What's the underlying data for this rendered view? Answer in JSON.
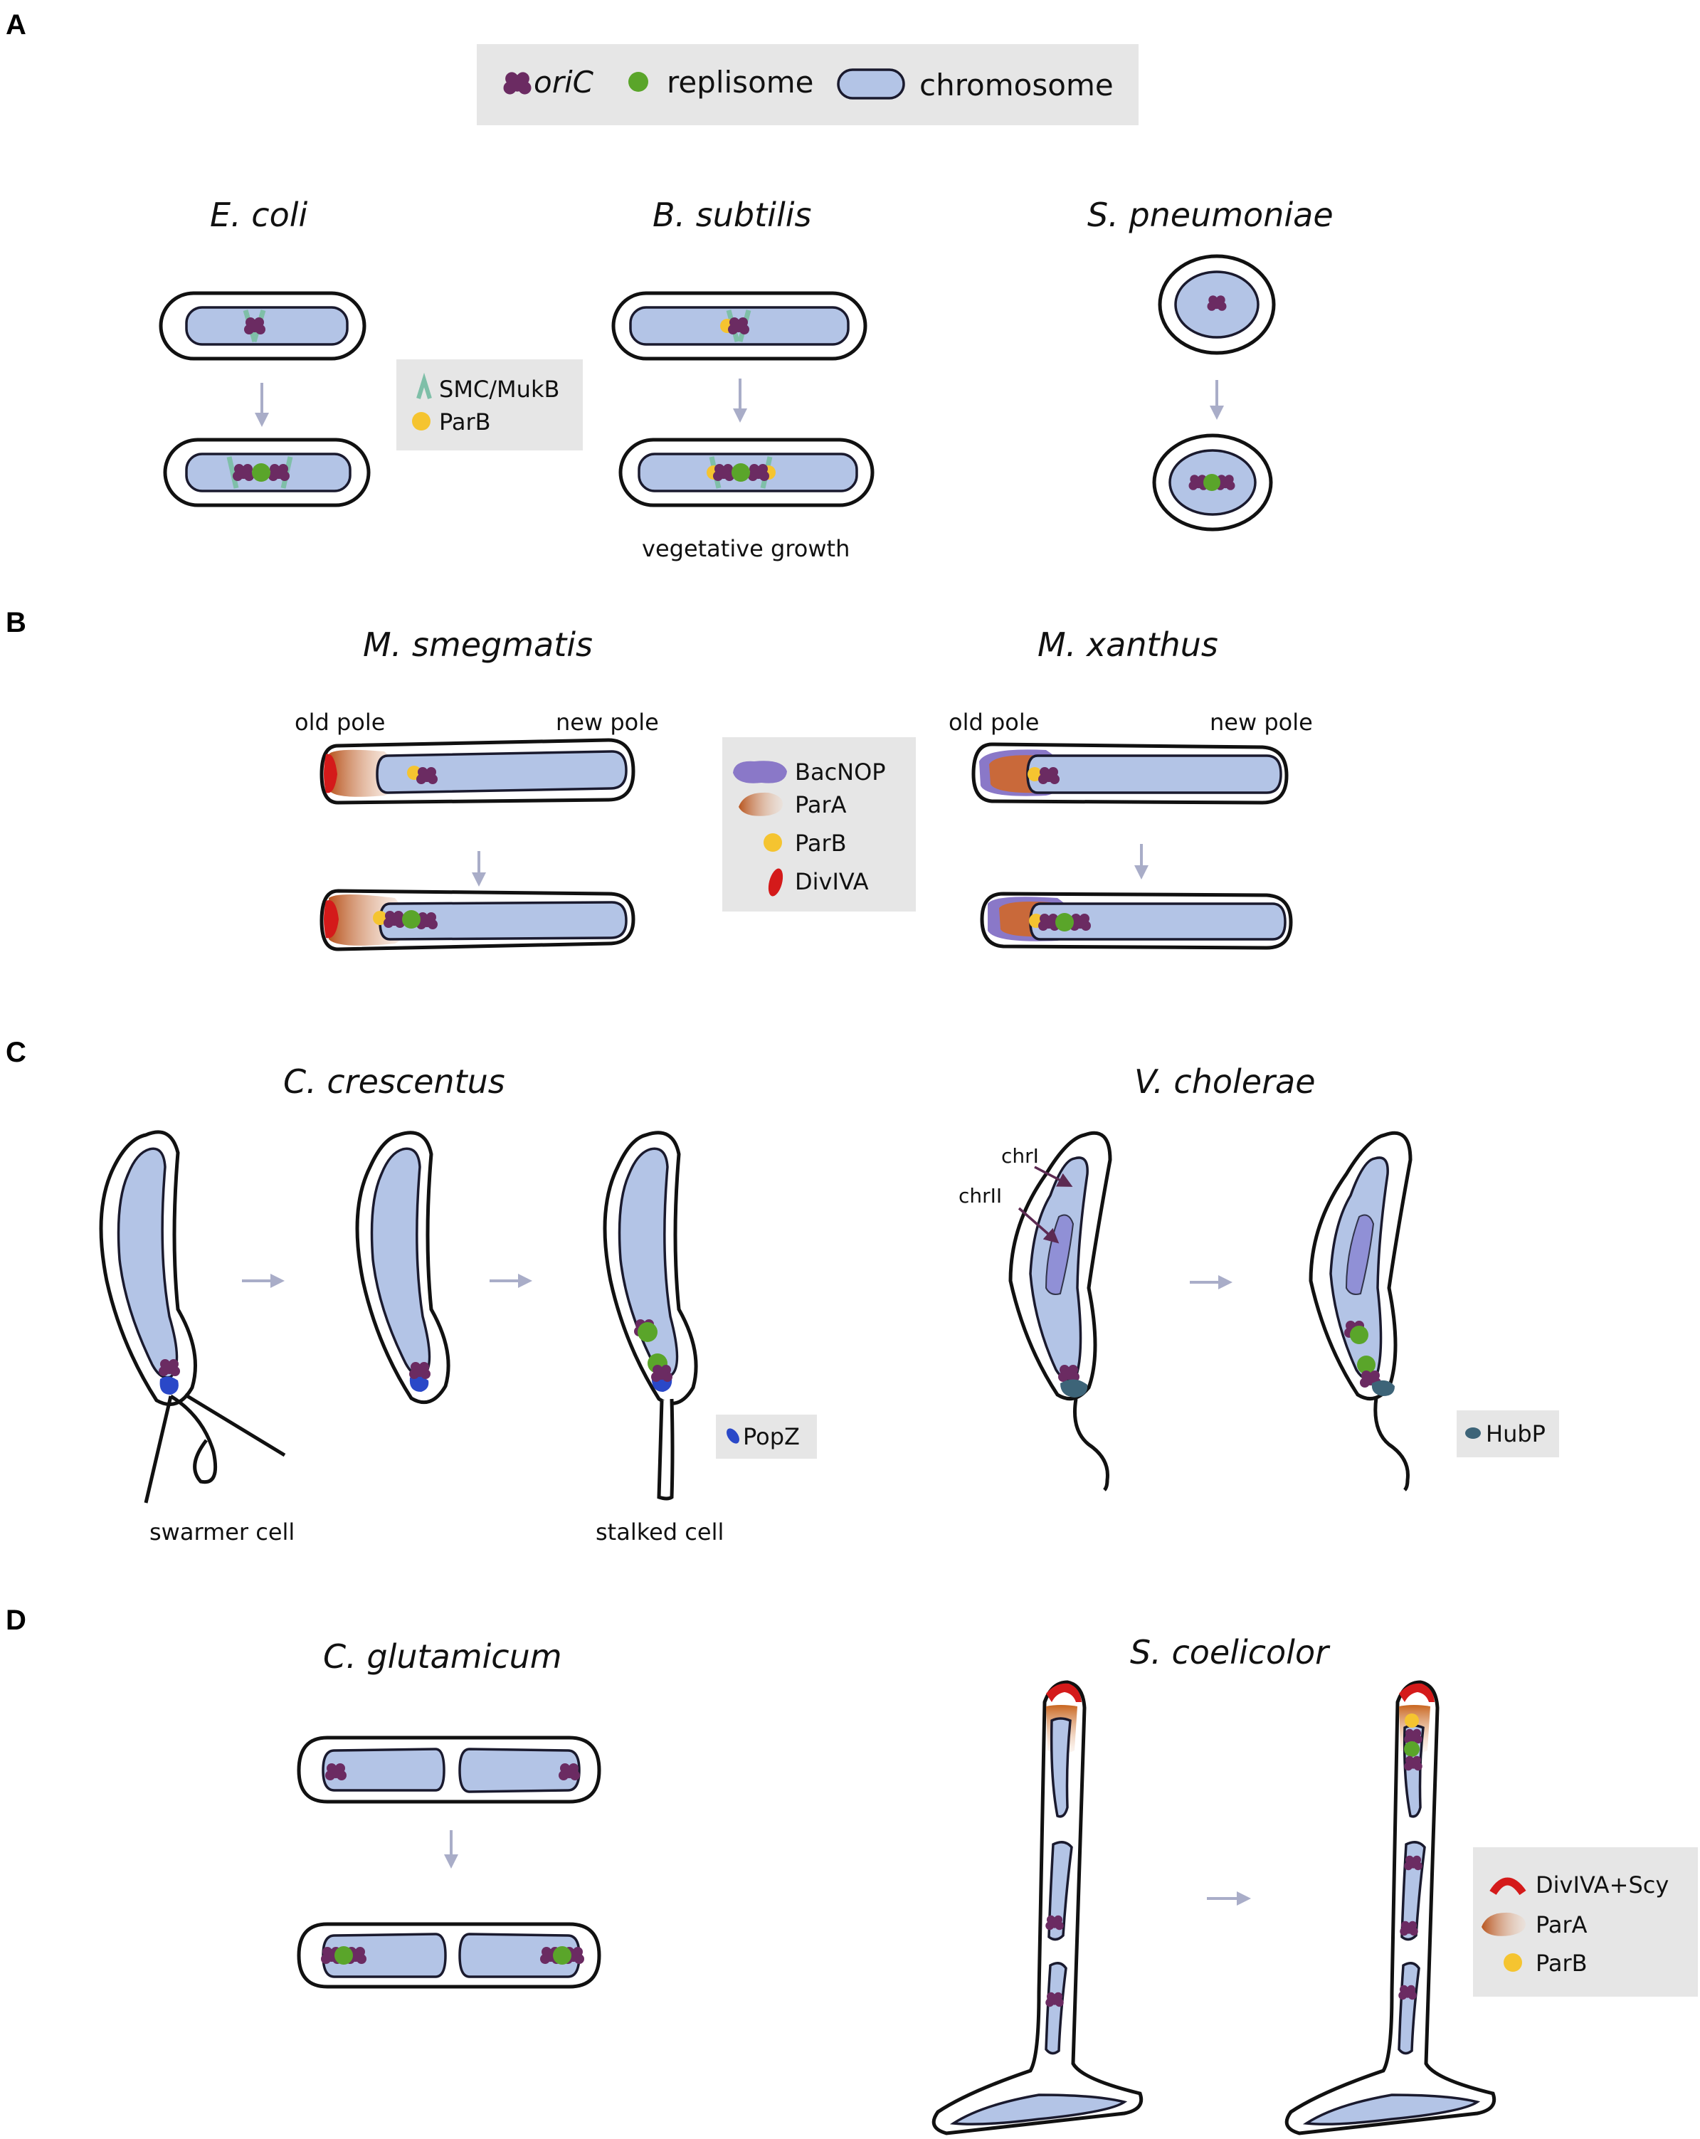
{
  "panels": {
    "a": "A",
    "b": "B",
    "c": "C",
    "d": "D"
  },
  "top_legend": {
    "oric": "oriC",
    "replisome": "replisome",
    "chromosome": "chromosome"
  },
  "panel_a": {
    "species": [
      "E. coli",
      "B. subtilis",
      "S. pneumoniae"
    ],
    "legend": {
      "smc": "SMC/MukB",
      "parb": "ParB"
    },
    "caption": "vegetative growth"
  },
  "panel_b": {
    "species": [
      "M. smegmatis",
      "M. xanthus"
    ],
    "old_pole": "old pole",
    "new_pole": "new pole",
    "legend": {
      "bacnop": "BacNOP",
      "para": "ParA",
      "parb": "ParB",
      "diviva": "DivIVA"
    }
  },
  "panel_c": {
    "species": [
      "C. crescentus",
      "V. cholerae"
    ],
    "swarmer": "swarmer cell",
    "stalked": "stalked cell",
    "chr1": "chrI",
    "chr2": "chrII",
    "popz": "PopZ",
    "hubp": "HubP"
  },
  "panel_d": {
    "species": [
      "C. glutamicum",
      "S. coelicolor"
    ],
    "legend": {
      "diviva": "DivIVA+Scy",
      "para": "ParA",
      "parb": "ParB"
    }
  },
  "colors": {
    "oric": "#6b2b62",
    "replisome": "#5aa52a",
    "chromosome": "#b3c4e6",
    "parb": "#f5c430",
    "smc": "#7fbfa8",
    "bacnop": "#8a78c8",
    "para": "#c9693a",
    "diviva": "#d41a1a",
    "popz": "#2a48c8",
    "hubp": "#3d6478",
    "arrow": "#a9adc8",
    "legend_box": "#e6e6e6"
  }
}
